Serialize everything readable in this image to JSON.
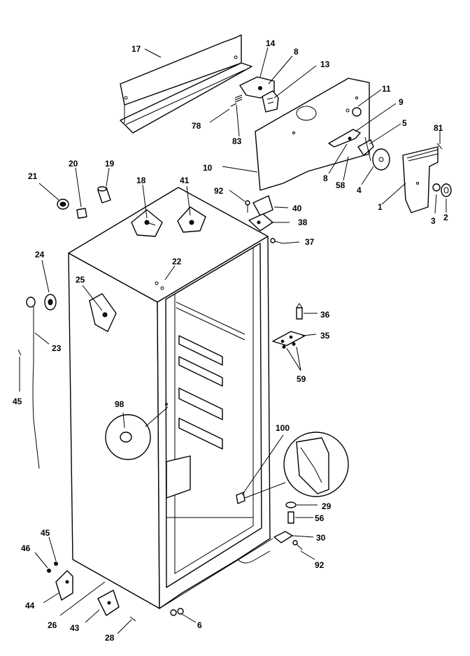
{
  "callouts": [
    {
      "id": "c17",
      "text": "17"
    },
    {
      "id": "c14",
      "text": "14"
    },
    {
      "id": "c8a",
      "text": "8"
    },
    {
      "id": "c13",
      "text": "13"
    },
    {
      "id": "c11",
      "text": "11"
    },
    {
      "id": "c9",
      "text": "9"
    },
    {
      "id": "c5",
      "text": "5"
    },
    {
      "id": "c81",
      "text": "81"
    },
    {
      "id": "c78",
      "text": "78"
    },
    {
      "id": "c83",
      "text": "83"
    },
    {
      "id": "c10",
      "text": "10"
    },
    {
      "id": "c8b",
      "text": "8"
    },
    {
      "id": "c58",
      "text": "58"
    },
    {
      "id": "c4",
      "text": "4"
    },
    {
      "id": "c1",
      "text": "1"
    },
    {
      "id": "c3",
      "text": "3"
    },
    {
      "id": "c2",
      "text": "2"
    },
    {
      "id": "c21",
      "text": "21"
    },
    {
      "id": "c20",
      "text": "20"
    },
    {
      "id": "c19",
      "text": "19"
    },
    {
      "id": "c18",
      "text": "18"
    },
    {
      "id": "c41",
      "text": "41"
    },
    {
      "id": "c92a",
      "text": "92"
    },
    {
      "id": "c40",
      "text": "40"
    },
    {
      "id": "c38",
      "text": "38"
    },
    {
      "id": "c37",
      "text": "37"
    },
    {
      "id": "c24",
      "text": "24"
    },
    {
      "id": "c22",
      "text": "22"
    },
    {
      "id": "c25",
      "text": "25"
    },
    {
      "id": "c23",
      "text": "23"
    },
    {
      "id": "c36",
      "text": "36"
    },
    {
      "id": "c35",
      "text": "35"
    },
    {
      "id": "c59",
      "text": "59"
    },
    {
      "id": "c45a",
      "text": "45"
    },
    {
      "id": "c98",
      "text": "98"
    },
    {
      "id": "c100",
      "text": "100"
    },
    {
      "id": "c29",
      "text": "29"
    },
    {
      "id": "c56",
      "text": "56"
    },
    {
      "id": "c30",
      "text": "30"
    },
    {
      "id": "c92b",
      "text": "92"
    },
    {
      "id": "c45b",
      "text": "45"
    },
    {
      "id": "c46",
      "text": "46"
    },
    {
      "id": "c44",
      "text": "44"
    },
    {
      "id": "c26",
      "text": "26"
    },
    {
      "id": "c43",
      "text": "43"
    },
    {
      "id": "c28",
      "text": "28"
    },
    {
      "id": "c6",
      "text": "6"
    }
  ]
}
